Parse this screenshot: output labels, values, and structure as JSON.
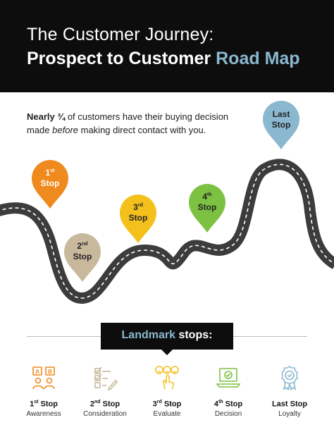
{
  "header": {
    "title_line1": "The Customer Journey:",
    "title_line2_main": "Prospect to Customer",
    "title_line2_accent": "Road Map"
  },
  "intro": {
    "bold": "Nearly ¾",
    "text1": " of customers have their buying decision made ",
    "italic": "before",
    "text2": " making direct contact with you."
  },
  "pins": [
    {
      "num": "1",
      "sup": "st",
      "word": "Stop",
      "color": "#ef8a1f"
    },
    {
      "num": "2",
      "sup": "nd",
      "word": "Stop",
      "color": "#c9b99c"
    },
    {
      "num": "3",
      "sup": "rd",
      "word": "Stop",
      "color": "#f3c01c"
    },
    {
      "num": "4",
      "sup": "th",
      "word": "Stop",
      "color": "#7dc142"
    },
    {
      "line1": "Last",
      "line2": "Stop",
      "color": "#8ab8cf"
    }
  ],
  "landmark": {
    "main": "Landmark",
    "rest": " stops:"
  },
  "stops": [
    {
      "num": "1",
      "sup": "st",
      "word": "Stop",
      "sub": "Awareness",
      "icon": "ab-speech-icon",
      "color": "#ef8a1f"
    },
    {
      "num": "2",
      "sup": "nd",
      "word": "Stop",
      "sub": "Consideration",
      "icon": "checklist-icon",
      "color": "#c9b99c"
    },
    {
      "num": "3",
      "sup": "rd",
      "word": "Stop",
      "sub": "Evaluate",
      "icon": "rating-faces-icon",
      "color": "#f3c01c"
    },
    {
      "num": "4",
      "sup": "th",
      "word": "Stop",
      "sub": "Decision",
      "icon": "laptop-check-icon",
      "color": "#7dc142"
    },
    {
      "num": "Last",
      "sup": "",
      "word": " Stop",
      "sub": "Loyalty",
      "icon": "award-ribbon-icon",
      "color": "#8ab8cf"
    }
  ],
  "colors": {
    "header_bg": "#0d0d0d",
    "accent": "#8ab8cf",
    "road": "#3a3a3a"
  }
}
